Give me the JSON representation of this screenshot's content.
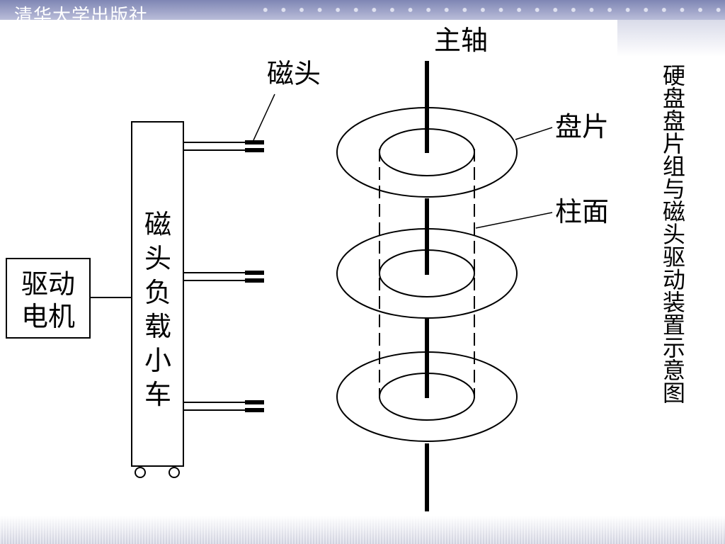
{
  "slide": {
    "publisher": "清华大学出版社",
    "caption": "硬盘盘片组与磁头驱动装置示意图"
  },
  "diagram": {
    "labels": {
      "spindle": "主轴",
      "head": "磁头",
      "platter": "盘片",
      "cylinder": "柱面",
      "motor_line1": "驱动",
      "motor_line2": "电机",
      "carriage": [
        "磁",
        "头",
        "负",
        "载",
        "小",
        "车"
      ]
    }
  }
}
